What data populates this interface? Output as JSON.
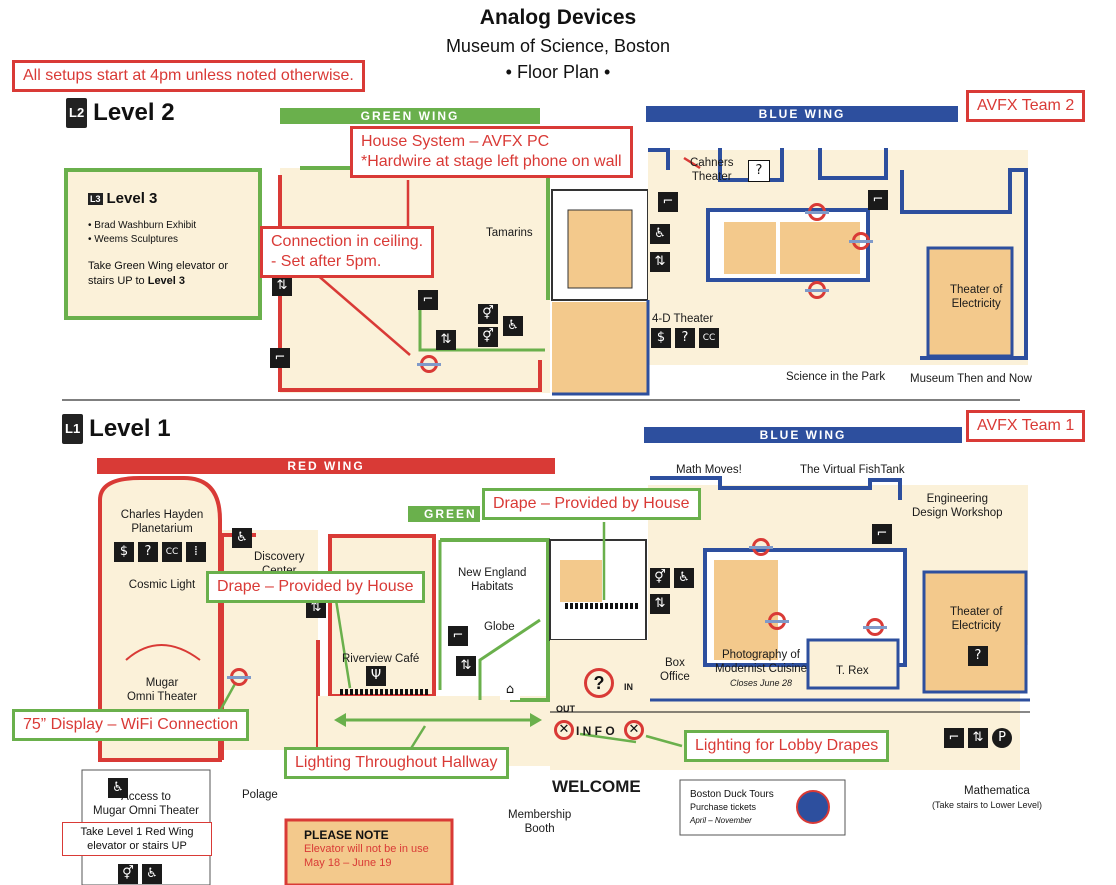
{
  "header": {
    "title": "Analog Devices",
    "venue": "Museum of Science, Boston",
    "subtitle": "• Floor Plan •"
  },
  "notes": {
    "setup_time": "All setups start at 4pm unless noted otherwise.",
    "team2": "AVFX Team 2",
    "team1": "AVFX Team 1",
    "house_system_line1": "House System – AVFX PC",
    "house_system_line2": "*Hardwire at stage left phone on wall",
    "ceiling_line1": "Connection in ceiling.",
    "ceiling_line2": "- Set after 5pm.",
    "drape_top": "Drape – Provided by House",
    "drape_left": "Drape – Provided by House",
    "display": "75” Display – WiFi Connection",
    "hallway": "Lighting Throughout Hallway",
    "lobby": "Lighting for Lobby Drapes"
  },
  "level2": {
    "tag": "L2",
    "title": "Level 2",
    "green_wing": "GREEN WING",
    "blue_wing": "BLUE WING",
    "level3_tag": "L3",
    "level3_title": "Level 3",
    "level3_items": [
      "Brad Washburn Exhibit",
      "Weems Sculptures"
    ],
    "level3_direction_pre": "Take Green Wing elevator or stairs UP to ",
    "level3_direction_bold": "Level 3",
    "tamarins": "Tamarins",
    "cahners_line1": "Cahners",
    "cahners_line2": "Theater",
    "four_d": "4-D Theater",
    "theater_elec_line1": "Theater of",
    "theater_elec_line2": "Electricity",
    "science_park": "Science in the Park",
    "museum_then_now": "Museum Then and Now"
  },
  "level1": {
    "tag": "L1",
    "title": "Level 1",
    "red_wing": "RED WING",
    "green_wing": "GREEN",
    "blue_wing": "BLUE WING",
    "planetarium_line1": "Charles Hayden",
    "planetarium_line2": "Planetarium",
    "cosmic_light": "Cosmic Light",
    "omni_line1": "Mugar",
    "omni_line2": "Omni Theater",
    "discovery_line1": "Discovery",
    "discovery_line2": "Center",
    "riverview": "Riverview Café",
    "new_england_line1": "New England",
    "new_england_line2": "Habitats",
    "globe": "Globe",
    "math_moves": "Math Moves!",
    "fishtank": "The Virtual FishTank",
    "engineering_line1": "Engineering",
    "engineering_line2": "Design Workshop",
    "box_office_line1": "Box",
    "box_office_line2": "Office",
    "photo_line1": "Photography of",
    "photo_line2": "Modernist Cuisine",
    "photo_closes": "Closes June 28",
    "trex": "T. Rex",
    "theater_elec_line1": "Theater of",
    "theater_elec_line2": "Electricity",
    "out": "OUT",
    "in": "IN",
    "info": "I N F O",
    "welcome": "WELCOME",
    "membership_line1": "Membership",
    "membership_line2": "Booth",
    "polage": "Polage",
    "access_line1": "Access to",
    "access_line2": "Mugar Omni Theater",
    "take_red_line1": "Take Level 1 Red Wing",
    "take_red_line2": "elevator or stairs UP",
    "please_note_title": "PLEASE NOTE",
    "please_note_line1": "Elevator will not be in use",
    "please_note_line2": "May 18 – June 19",
    "duck_title": "Boston Duck Tours",
    "duck_sub": "Purchase tickets",
    "duck_dates": "April – November",
    "mathematica": "Mathematica",
    "mathematica_note": "(Take stairs to Lower Level)"
  },
  "colors": {
    "red_wing": "#d93a36",
    "green_wing": "#6ab04c",
    "blue_wing": "#2d4f9e",
    "room_fill": "#fbf1d9",
    "callout_red": "#d93a36",
    "callout_green": "#6ab04c"
  },
  "icons": [
    "stairs-icon",
    "elevator-icon",
    "restroom-icon",
    "accessible-icon",
    "hearing-icon",
    "dollar-icon",
    "cc-icon",
    "restaurant-icon",
    "coat-check-icon",
    "info-icon",
    "parking-icon",
    "marker-pin-icon",
    "x-marker-icon"
  ]
}
